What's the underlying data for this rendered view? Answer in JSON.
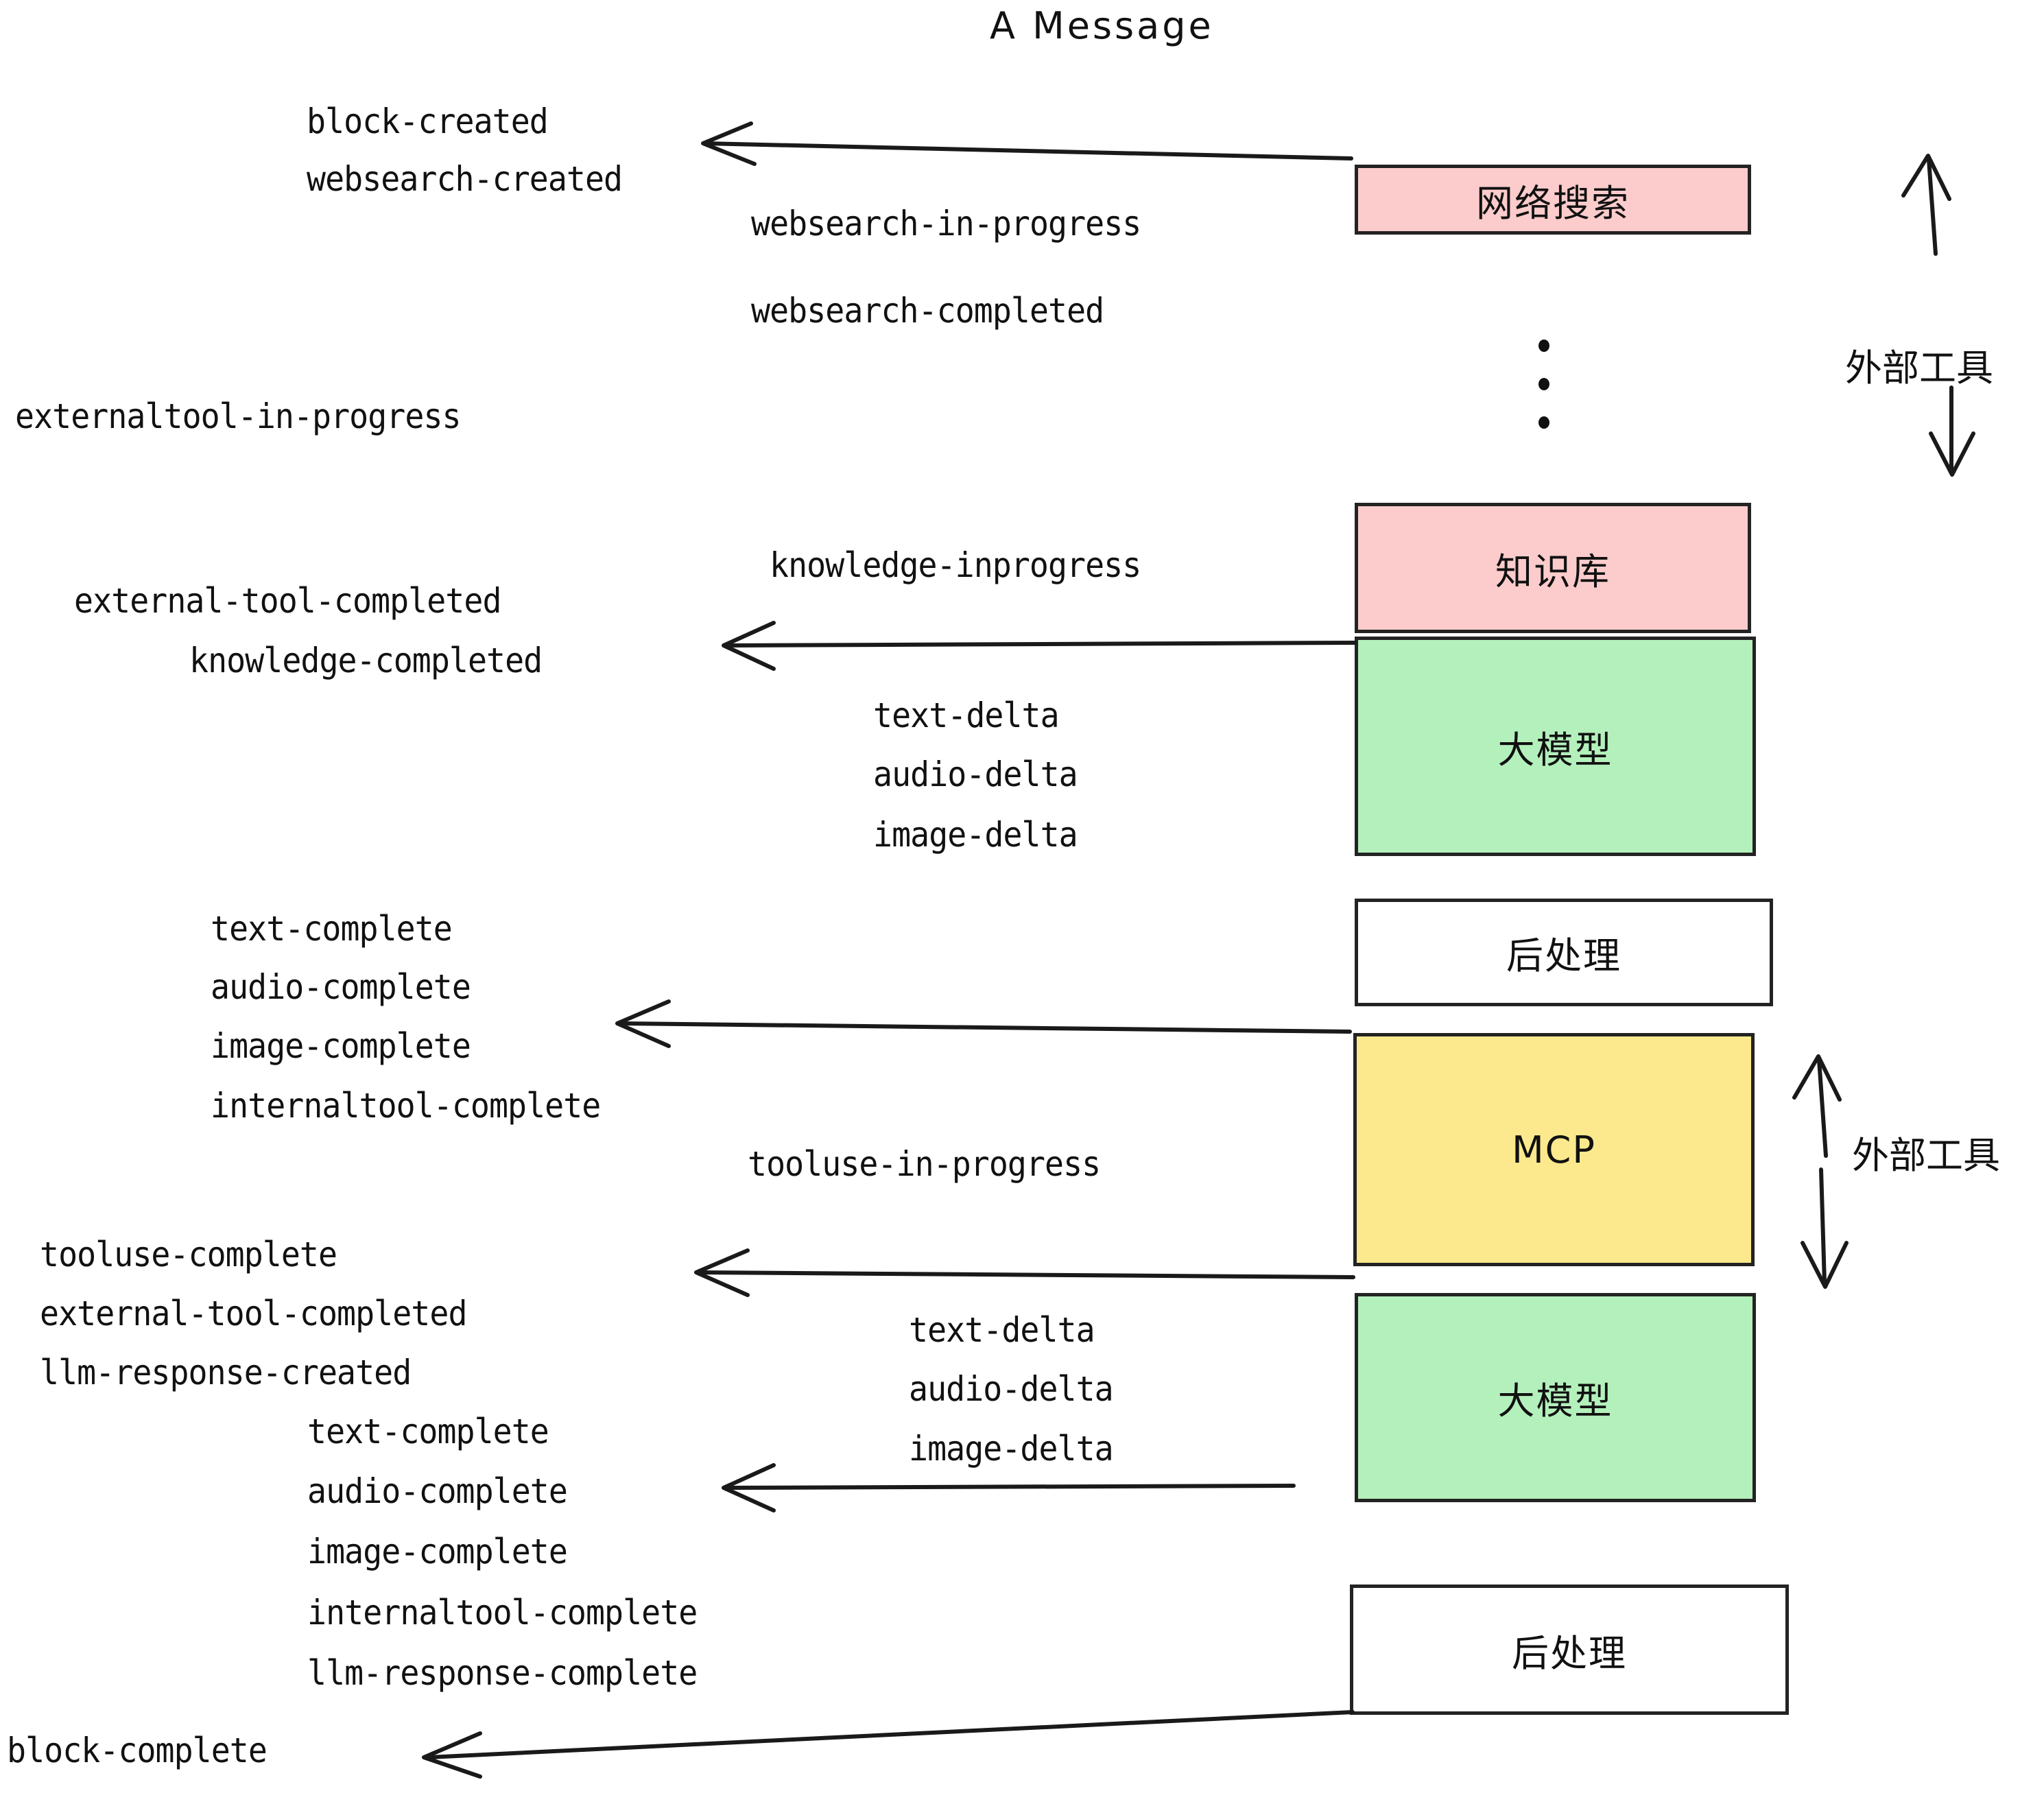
{
  "diagram": {
    "title": "A Message",
    "colors": {
      "pink": "#FCCCCC",
      "green": "#B4F0BC",
      "yellow": "#FCE98E",
      "white": "#FFFFFF",
      "stroke": "#232323"
    },
    "boxes": [
      {
        "id": "websearch",
        "label": "网络搜索",
        "fill": "pink"
      },
      {
        "id": "knowledge",
        "label": "知识库",
        "fill": "pink"
      },
      {
        "id": "llm-1",
        "label": "大模型",
        "fill": "green"
      },
      {
        "id": "postprocess-1",
        "label": "后处理",
        "fill": "white"
      },
      {
        "id": "mcp",
        "label": "MCP",
        "fill": "yellow"
      },
      {
        "id": "llm-2",
        "label": "大模型",
        "fill": "green"
      },
      {
        "id": "postprocess-2",
        "label": "后处理",
        "fill": "white"
      }
    ],
    "side_annotations": [
      {
        "id": "external-tools-top",
        "label": "外部工具"
      },
      {
        "id": "external-tools-bottom",
        "label": "外部工具"
      }
    ],
    "events": {
      "block_created": "block-created",
      "websearch_created": "websearch-created",
      "websearch_in_progress": "websearch-in-progress",
      "websearch_completed": "websearch-completed",
      "externaltool_in_progress": "externaltool-in-progress",
      "knowledge_inprogress": "knowledge-inprogress",
      "external_tool_completed_1": "external-tool-completed",
      "knowledge_completed": "knowledge-completed",
      "text_delta_1": "text-delta",
      "audio_delta_1": "audio-delta",
      "image_delta_1": "image-delta",
      "text_complete_1": "text-complete",
      "audio_complete_1": "audio-complete",
      "image_complete_1": "image-complete",
      "internaltool_complete_1": "internaltool-complete",
      "tooluse_in_progress": "tooluse-in-progress",
      "tooluse_complete": "tooluse-complete",
      "external_tool_completed_2": "external-tool-completed",
      "llm_response_created": "llm-response-created",
      "text_delta_2": "text-delta",
      "audio_delta_2": "audio-delta",
      "image_delta_2": "image-delta",
      "text_complete_2": "text-complete",
      "audio_complete_2": "audio-complete",
      "image_complete_2": "image-complete",
      "internaltool_complete_2": "internaltool-complete",
      "llm_response_complete": "llm-response-complete",
      "block_complete": "block-complete"
    }
  }
}
